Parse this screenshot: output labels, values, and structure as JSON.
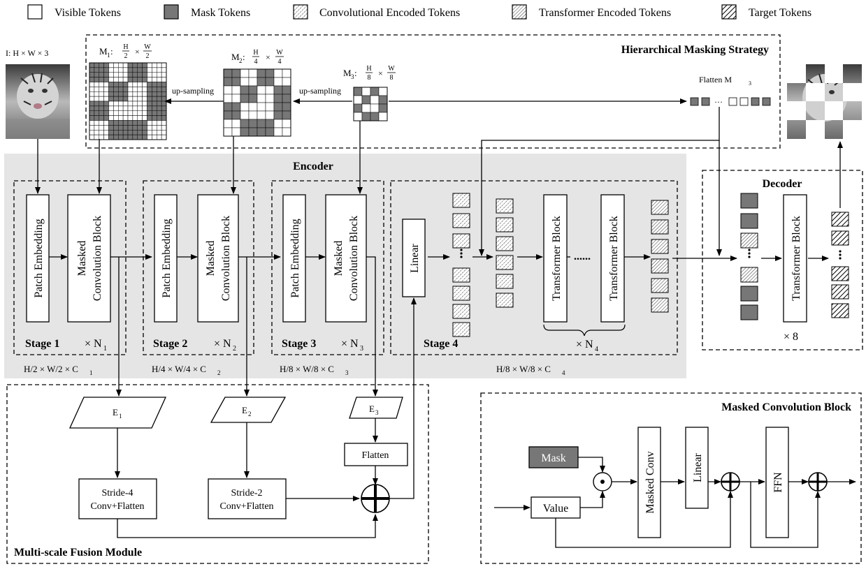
{
  "legend": {
    "visible": "Visible Tokens",
    "mask": "Mask  Tokens",
    "conv": "Convolutional Encoded Tokens",
    "trans": "Transformer Encoded Tokens",
    "target": "Target Tokens"
  },
  "input": {
    "label": "I:  H × W × 3"
  },
  "masking": {
    "title": "Hierarchical Masking Strategy",
    "m1_prefix": "M",
    "m1_sub": "1",
    "m1_colon": ":",
    "m1_num1": "H",
    "m1_den1": "2",
    "m1_times": "×",
    "m1_num2": "W",
    "m1_den2": "2",
    "m2_prefix": "M",
    "m2_sub": "2",
    "m2_colon": ":",
    "m2_num1": "H",
    "m2_den1": "4",
    "m2_times": "×",
    "m2_num2": "W",
    "m2_den2": "4",
    "m3_prefix": "M",
    "m3_sub": "3",
    "m3_colon": ":",
    "m3_num1": "H",
    "m3_den1": "8",
    "m3_times": "×",
    "m3_num2": "W",
    "m3_den2": "8",
    "upsampling": "up-sampling",
    "flatten_prefix": "Flatten M",
    "flatten_sub": "3",
    "dots": "···"
  },
  "encoder": {
    "title": "Encoder",
    "stage1": "Stage 1",
    "stage2": "Stage 2",
    "stage3": "Stage 3",
    "stage4": "Stage 4",
    "times": "× N",
    "n1": "1",
    "n2": "2",
    "n3": "3",
    "n4": "4",
    "patch_embedding": "Patch Embedding",
    "masked_line1": "Masked",
    "masked_line2": "Convolution Block",
    "linear": "Linear",
    "transformer_block": "Transformer Block",
    "ellipsis": "......",
    "dim1_pre": "H/2 × W/2 × C",
    "dim1_sub": "1",
    "dim2_pre": "H/4 × W/4 × C",
    "dim2_sub": "2",
    "dim3_pre": "H/8 × W/8 × C",
    "dim3_sub": "3",
    "dim4_pre": "H/8 × W/8 × C",
    "dim4_sub": "4"
  },
  "decoder": {
    "title": "Decoder",
    "transformer_block": "Transformer Block",
    "times8": "× 8"
  },
  "fusion": {
    "title": "Multi-scale Fusion Module",
    "e_prefix": "E",
    "e1_sub": "1",
    "e2_sub": "2",
    "e3_sub": "3",
    "stride4_l1": "Stride-4",
    "stride4_l2": "Conv+Flatten",
    "stride2_l1": "Stride-2",
    "stride2_l2": "Conv+Flatten",
    "flatten": "Flatten"
  },
  "mcb": {
    "title": "Masked Convolution Block",
    "mask": "Mask",
    "value": "Value",
    "masked_conv": "Masked Conv",
    "linear": "Linear",
    "ffn": "FFN"
  },
  "colors": {
    "mask_gray": "#777777",
    "encoder_bg": "#e5e5e5",
    "stroke": "#000000"
  }
}
